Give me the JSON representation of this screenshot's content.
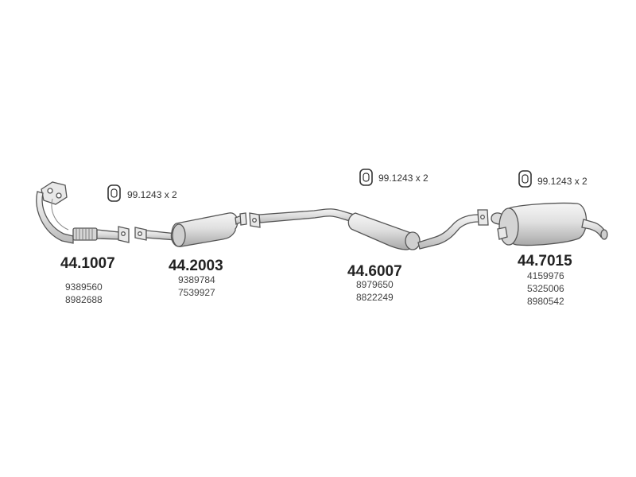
{
  "parts": [
    {
      "part_number": "44.1007",
      "oe_numbers": [
        "9389560",
        "8982688"
      ]
    },
    {
      "part_number": "44.2003",
      "oe_numbers": [
        "9389784",
        "7539927"
      ]
    },
    {
      "part_number": "44.6007",
      "oe_numbers": [
        "8979650",
        "8822249"
      ]
    },
    {
      "part_number": "44.7015",
      "oe_numbers": [
        "4159976",
        "5325006",
        "8980542"
      ]
    }
  ],
  "mounts": [
    {
      "label": "99.1243 x 2"
    },
    {
      "label": "99.1243 x 2"
    },
    {
      "label": "99.1243 x 2"
    }
  ],
  "colors": {
    "line": "#555555",
    "fill": "#e4e4e4",
    "shade": "#c8c8c8",
    "text": "#222222"
  }
}
